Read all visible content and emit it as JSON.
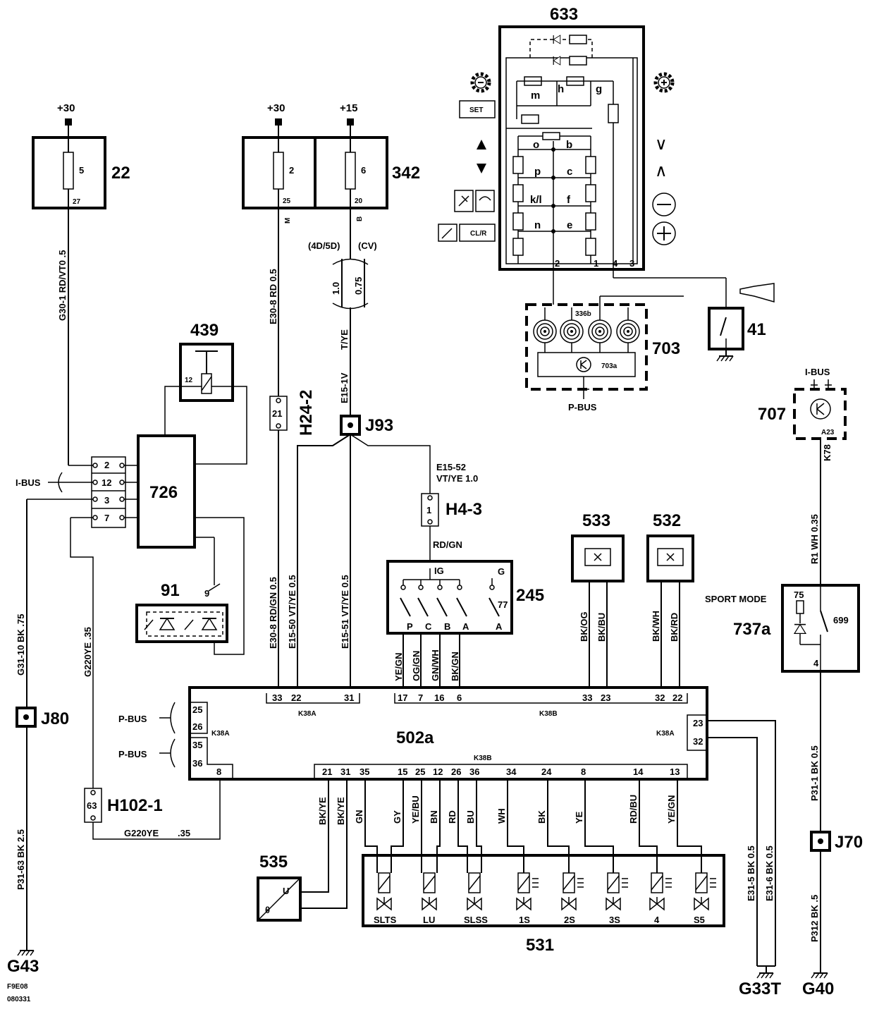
{
  "power": {
    "b30a": "+30",
    "b30b": "+30",
    "b15": "+15"
  },
  "fuses": {
    "f22": {
      "id": "22",
      "fuse": "5",
      "pin": "27"
    },
    "f342": {
      "id": "342",
      "fuse_a": "2",
      "pin_a": "25",
      "side_a": "M",
      "fuse_b": "6",
      "pin_b": "20",
      "side_b": "B"
    }
  },
  "wires": {
    "g30_1": "G30-1  RD/VT0  .5",
    "e30_8_top": "E30-8   RD   0.5",
    "variant_4d5d": "(4D/5D)",
    "variant_cv": "(CV)",
    "w10": "1.0",
    "w075": "0.75",
    "tye": "T/YE",
    "e15_1v": "E15-1V",
    "e15_52": "E15-52",
    "vtye10": "VT/YE  1.0",
    "rdgn": "RD/GN",
    "e30_8_bot": "E30-8   RD/GN  0.5",
    "e15_50": "E15-50   VT/YE  0.5",
    "e15_51": "E15-51   VT/YE  0.5",
    "g31_10": "G31-10   BK   .75",
    "g220_35": "G220YE   .35",
    "p31_63": "P31-63   BK   2.5",
    "g220ye": "G220YE",
    "g220_w": ".35",
    "r1": "R1   WH  0.35",
    "k78": "K78",
    "p31_1": "P31-1   BK   0.5",
    "p312": "P312  BK   .5",
    "e31_5": "E31-5   BK  0.5",
    "e31_6": "E31-6   BK  0.5",
    "selector_colors": [
      "YE/GN",
      "OG/GN",
      "GN/WH",
      "BK/GN"
    ],
    "c533": [
      "BK/OG",
      "BK/BU"
    ],
    "c532": [
      "BK/WH",
      "BK/RD"
    ],
    "c535": [
      "BK/YE",
      "BK/YE"
    ],
    "valve_colors": [
      "GN",
      "GY",
      "YE/BU",
      "BN",
      "RD",
      "BU",
      "WH",
      "BK",
      "YE",
      "RD/BU",
      "YE/GN"
    ]
  },
  "components": {
    "c633": "633",
    "c439": "439",
    "c439_pin": "12",
    "c726": "726",
    "c91": "91",
    "c91_pin": "9",
    "c703": "703",
    "c703a": "703a",
    "c336b": "336b",
    "c41": "41",
    "c707": "707",
    "c707_pin": "A23",
    "c533": "533",
    "c532": "532",
    "c245": "245",
    "c245_ig": "IG",
    "c245_g": "G",
    "c245_pins": [
      "P",
      "C",
      "B",
      "A"
    ],
    "c245_77": "77",
    "c245_a": "A",
    "c737a": "737a",
    "c699": "699",
    "c737a_75": "75",
    "c737a_4": "4",
    "sport_mode": "SPORT MODE",
    "c502a": "502a",
    "c535": "535",
    "c535_u": "U",
    "c535_theta": "θ",
    "c531": "531",
    "valves": [
      "SLTS",
      "LU",
      "SLSS",
      "1S",
      "2S",
      "3S",
      "4",
      "S5"
    ]
  },
  "connectors": {
    "h24_2": "H24-2",
    "h24_2_pin": "21",
    "j93": "J93",
    "h4_3": "H4-3",
    "h4_3_pin": "1",
    "j80": "J80",
    "h102_1": "H102-1",
    "h102_pin": "63",
    "j70": "J70"
  },
  "buses": {
    "ibus_left": "I-BUS",
    "ibus_right": "I-BUS",
    "pbus_703": "P-BUS",
    "pbus1": "P-BUS",
    "pbus2": "P-BUS"
  },
  "c726_pins": [
    "2",
    "12",
    "3",
    "7"
  ],
  "ecu": {
    "k38a": "K38A",
    "k38b": "K38B",
    "top_a": [
      "33",
      "22",
      "31"
    ],
    "top_b": [
      "17",
      "7",
      "16",
      "6",
      "33",
      "23",
      "32",
      "22"
    ],
    "left": [
      "25",
      "26",
      "35",
      "36"
    ],
    "right": [
      "23",
      "32"
    ],
    "bottom": [
      "8",
      "21",
      "31",
      "35",
      "15",
      "25",
      "12",
      "26",
      "36",
      "34",
      "24",
      "8",
      "14",
      "13"
    ]
  },
  "c633_panel": {
    "set": "SET",
    "cl_r": "CL/R",
    "letters": [
      "m",
      "h",
      "g",
      "o",
      "b",
      "p",
      "c",
      "k/l",
      "f",
      "n",
      "e"
    ],
    "pins": [
      "2",
      "1",
      "4",
      "3"
    ],
    "chevron_down": "∨",
    "chevron_up": "∧"
  },
  "grounds": {
    "g43": "G43",
    "g33t": "G33T",
    "g40": "G40"
  },
  "footer": {
    "code": "F9E08",
    "date": "080331"
  }
}
